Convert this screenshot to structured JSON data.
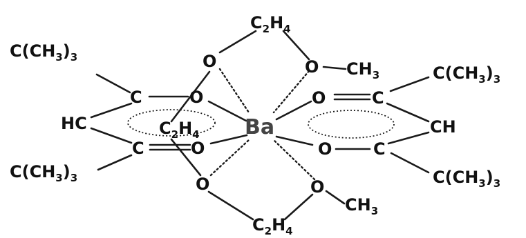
{
  "diagram": {
    "metal": "Ba",
    "atoms": {
      "o": "O",
      "c": "C",
      "hc": "HC",
      "ch": "CH"
    },
    "groups": {
      "tbu_main": "C(CH",
      "tbu_sub": "3",
      "tbu_close": ")",
      "tbu_sub2": "3",
      "ch3_main": "CH",
      "ch3_sub": "3",
      "c2h4_c": "C",
      "c2h4_2": "2",
      "c2h4_h": "H",
      "c2h4_4": "4"
    }
  }
}
